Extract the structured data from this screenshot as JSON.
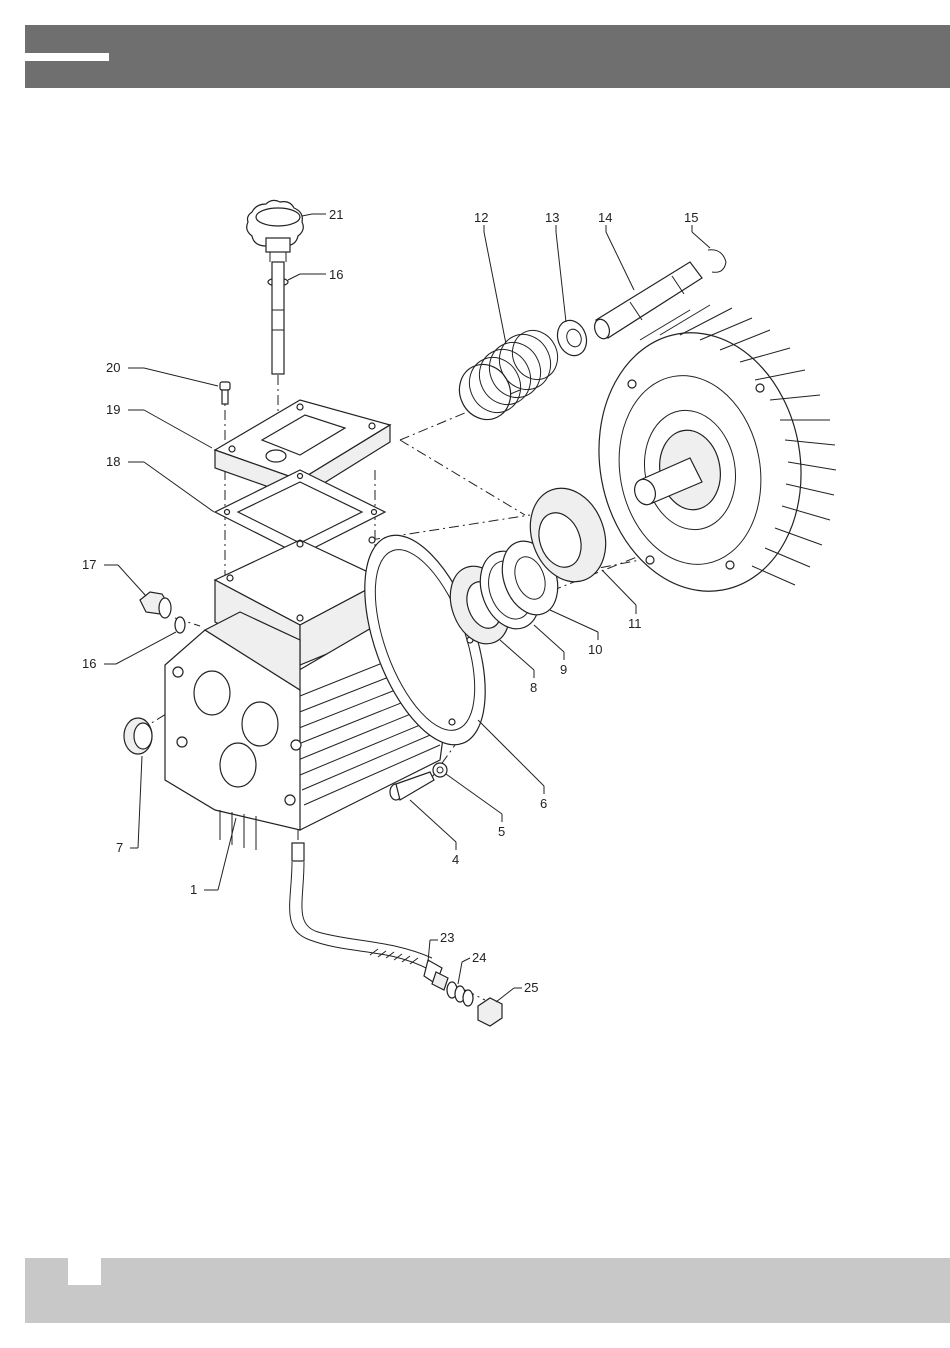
{
  "header": {
    "color": "#6f6f6f"
  },
  "footer": {
    "color": "#c8c8c8"
  },
  "callouts": [
    {
      "id": "c21",
      "label": "21"
    },
    {
      "id": "c16a",
      "label": "16"
    },
    {
      "id": "c20",
      "label": "20"
    },
    {
      "id": "c19",
      "label": "19"
    },
    {
      "id": "c18",
      "label": "18"
    },
    {
      "id": "c17",
      "label": "17"
    },
    {
      "id": "c16b",
      "label": "16"
    },
    {
      "id": "c7",
      "label": "7"
    },
    {
      "id": "c1",
      "label": "1"
    },
    {
      "id": "c12",
      "label": "12"
    },
    {
      "id": "c13",
      "label": "13"
    },
    {
      "id": "c14",
      "label": "14"
    },
    {
      "id": "c15",
      "label": "15"
    },
    {
      "id": "c11",
      "label": "11"
    },
    {
      "id": "c10",
      "label": "10"
    },
    {
      "id": "c9",
      "label": "9"
    },
    {
      "id": "c8",
      "label": "8"
    },
    {
      "id": "c6",
      "label": "6"
    },
    {
      "id": "c5",
      "label": "5"
    },
    {
      "id": "c4",
      "label": "4"
    },
    {
      "id": "c23",
      "label": "23"
    },
    {
      "id": "c24",
      "label": "24"
    },
    {
      "id": "c25",
      "label": "25"
    }
  ]
}
